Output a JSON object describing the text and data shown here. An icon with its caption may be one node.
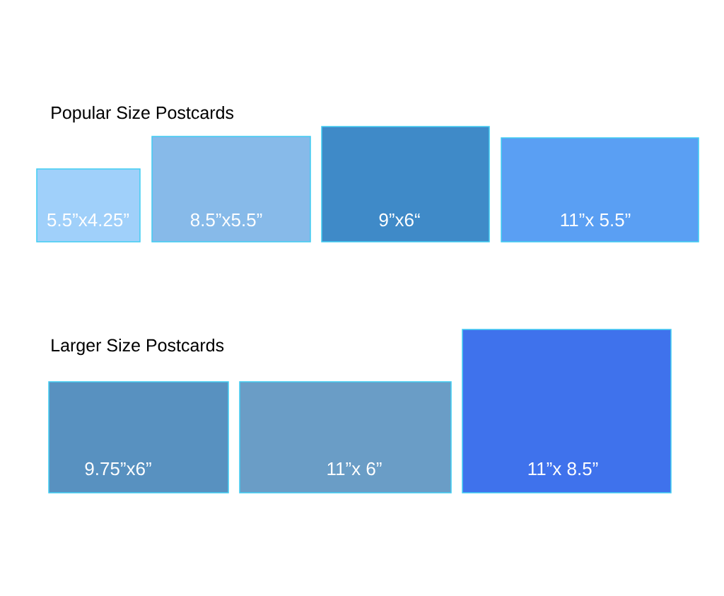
{
  "diagram": {
    "nodes": [
      {
        "text": [
          "5.5”x4.25”"
        ]
      },
      {
        "text": [
          "8.5”x5.5”"
        ]
      },
      {
        "text": [
          "9”x6“"
        ]
      },
      {
        "text": [
          "11”x 5.5”"
        ]
      },
      {
        "text": [
          "9.75”x6”"
        ]
      },
      {
        "text": [
          "11”x 6”"
        ]
      },
      {
        "text": [
          "11”x 8.5”"
        ]
      }
    ],
    "labels": [
      "Popular Size Postcards",
      "Larger Size Postcards"
    ]
  }
}
